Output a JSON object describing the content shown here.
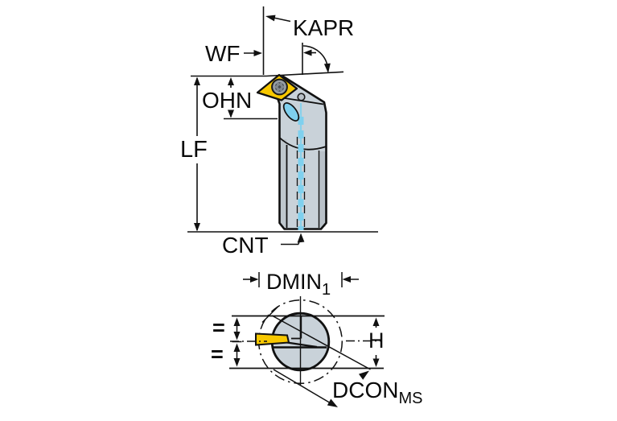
{
  "drawing": {
    "side_view": {
      "labels": {
        "kapr": "KAPR",
        "wf": "WF",
        "ohn": "OHN",
        "lf": "LF",
        "cnt": "CNT"
      }
    },
    "end_view": {
      "labels": {
        "dmin_base": "DMIN",
        "dmin_sub": "1",
        "h": "H",
        "dcon_base": "DCON",
        "dcon_sub": "MS",
        "equal_top": "=",
        "equal_bottom": "="
      }
    },
    "colors": {
      "body_gray": "#c9d2d9",
      "insert_yellow": "#f8c800",
      "coolant_blue": "#7fd0ee",
      "line_black": "#111111",
      "background": "#ffffff"
    }
  }
}
